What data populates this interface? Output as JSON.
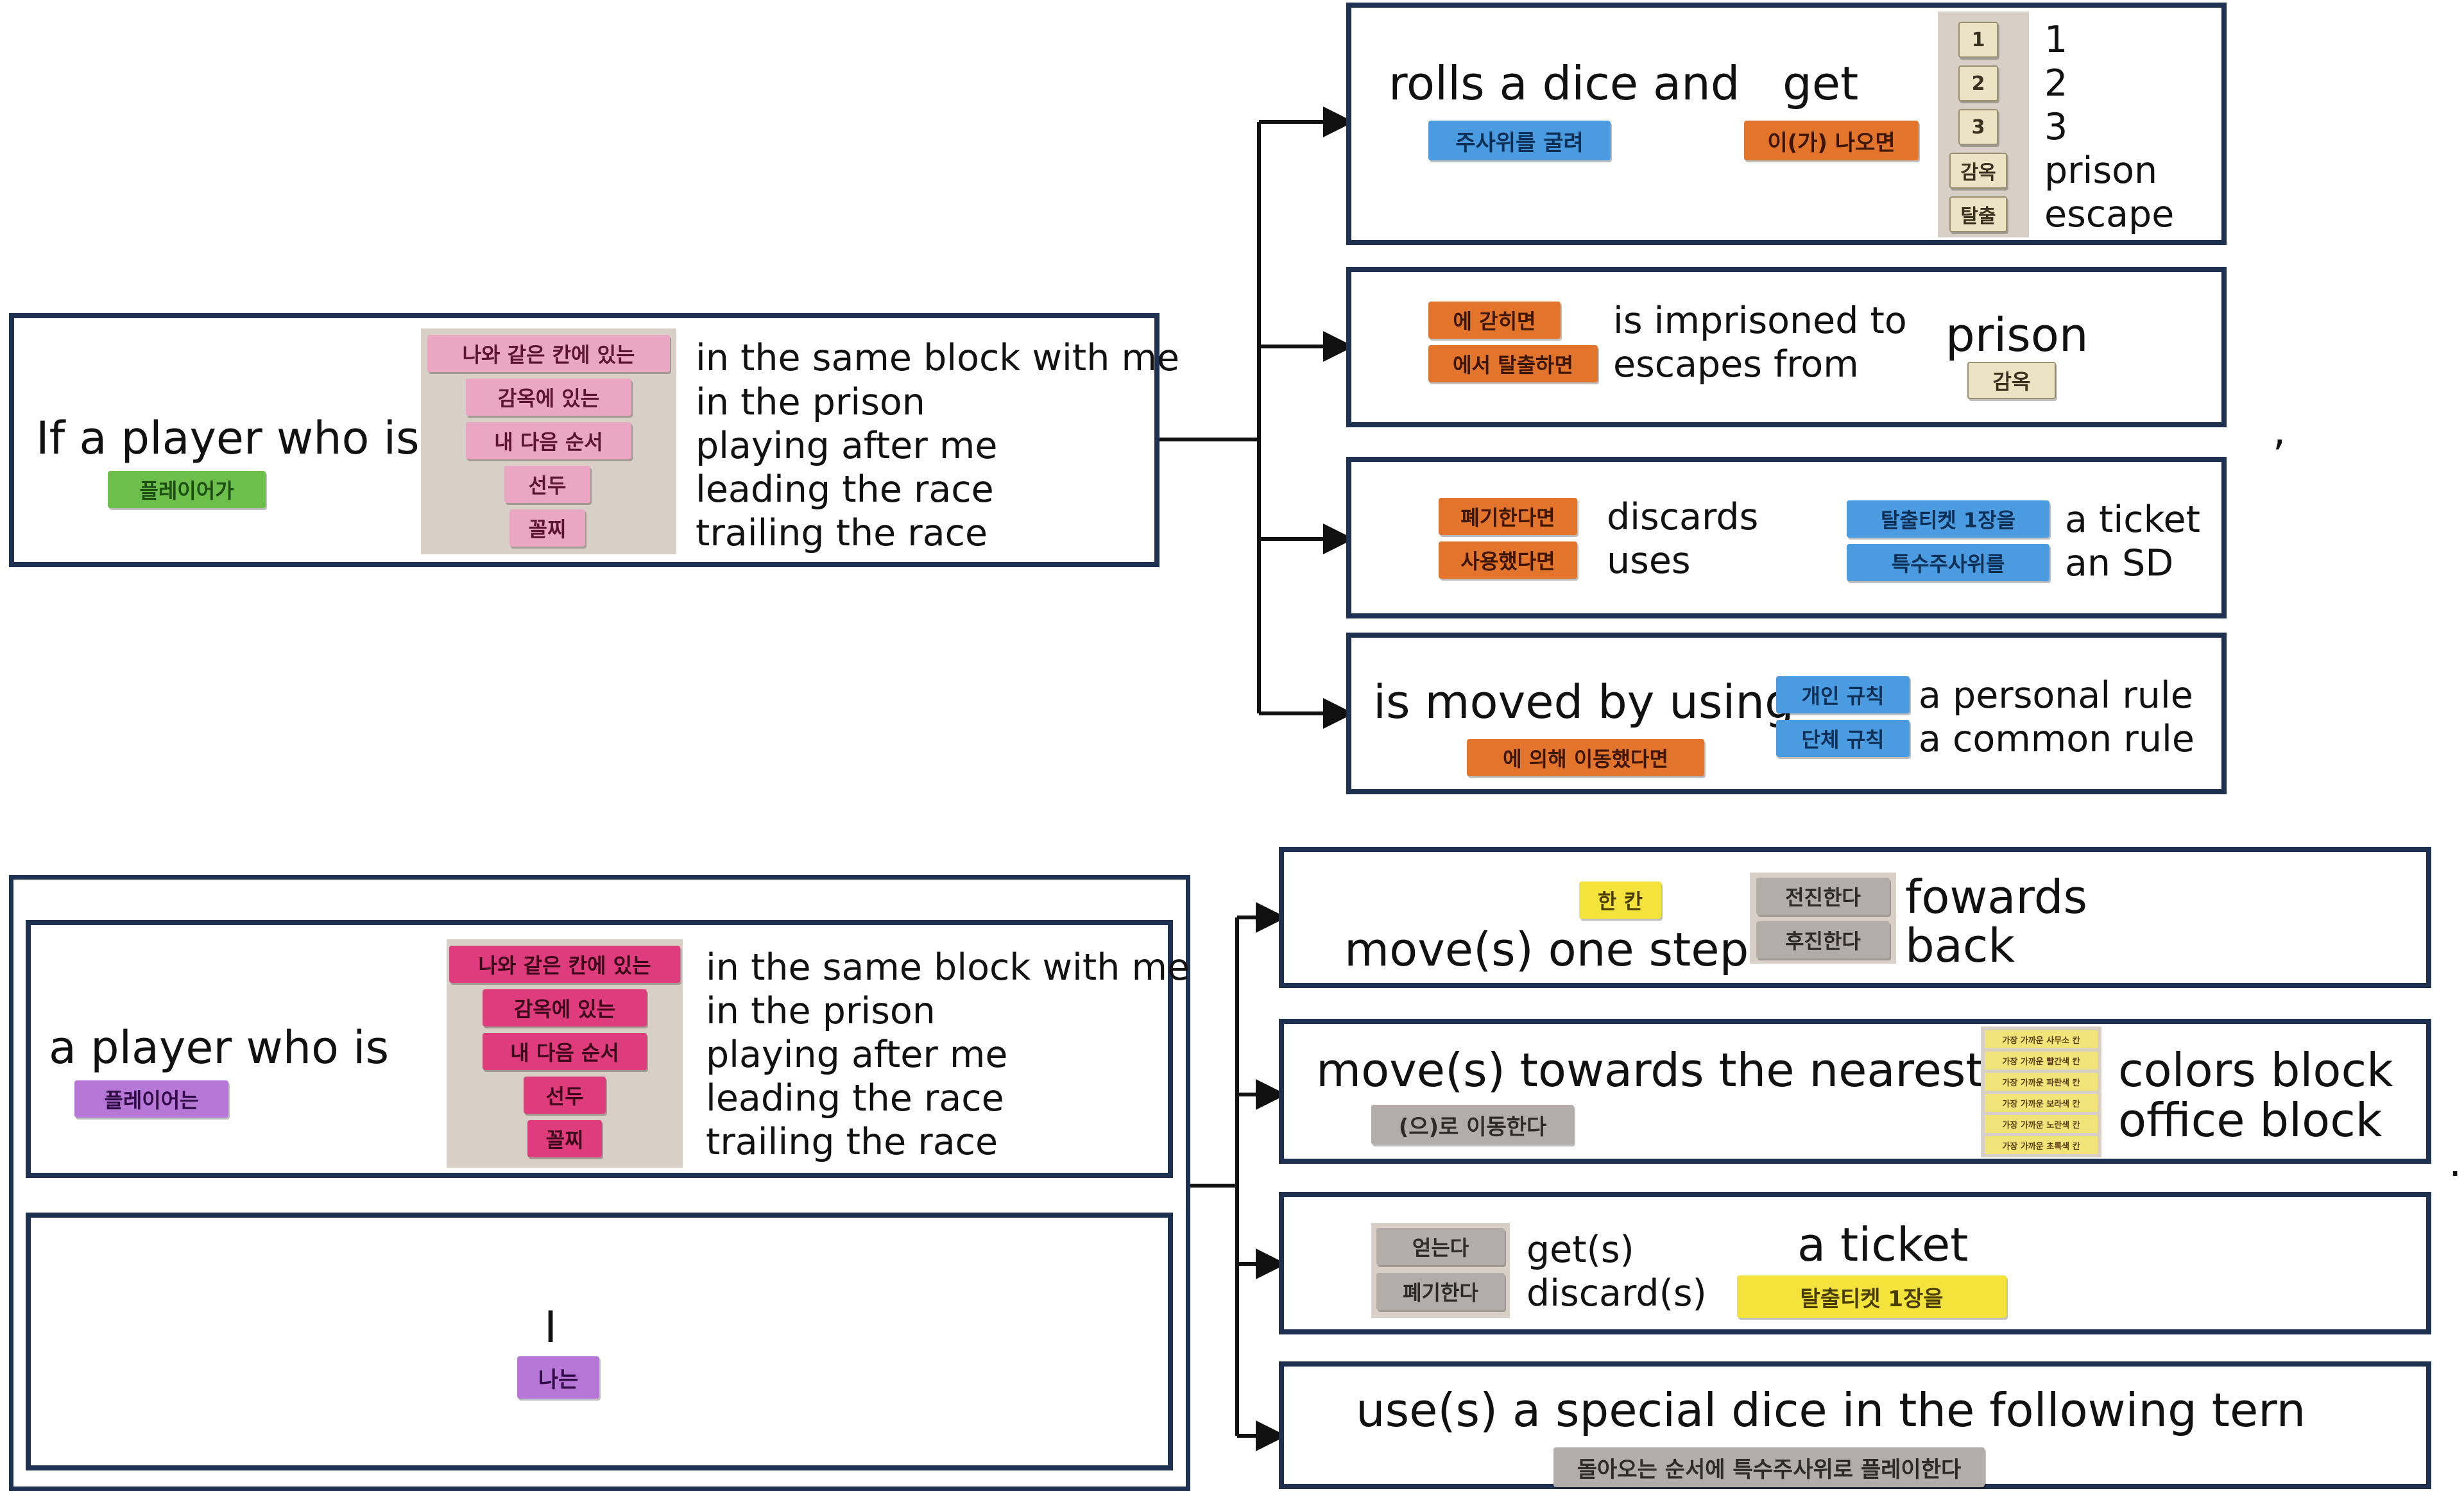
{
  "top": {
    "subject": {
      "label": "If a player who is",
      "tag": "플레이어가",
      "pink_tags": [
        "나와 같은 칸에 있는",
        "감옥에 있는",
        "내 다음 순서",
        "선두",
        "꼴찌"
      ],
      "english": [
        "in the same block with me",
        "in the prison",
        "playing after me",
        "leading the race",
        "trailing the race"
      ]
    },
    "dice": {
      "label1": "rolls a dice and",
      "tag1": "주사위를 굴려",
      "label2": "get",
      "tag2": "이(가) 나오면",
      "faces": [
        "1",
        "2",
        "3",
        "감옥",
        "탈출"
      ],
      "english": [
        "1",
        "2",
        "3",
        "prison",
        "escape"
      ]
    },
    "prison": {
      "tags": [
        "에 갇히면",
        "에서 탈출하면"
      ],
      "english": [
        "is imprisoned to",
        "escapes from"
      ],
      "object": "prison",
      "object_tag": "감옥"
    },
    "discard": {
      "tags": [
        "폐기한다면",
        "사용했다면"
      ],
      "english": [
        "discards",
        "uses"
      ],
      "object_tags": [
        "탈출티켓 1장을",
        "특수주사위를"
      ],
      "object_english": [
        "a ticket",
        "an SD"
      ]
    },
    "moved": {
      "label": "is moved by using",
      "tag": "에 의해 이동했다면",
      "rule_tags": [
        "개인 규칙",
        "단체 규칙"
      ],
      "rule_english": [
        "a personal rule",
        "a common rule"
      ]
    },
    "punct": ","
  },
  "bottom": {
    "subject": {
      "label": "a player who is",
      "tag": "플레이어는",
      "pink_tags": [
        "나와 같은 칸에 있는",
        "감옥에 있는",
        "내 다음 순서",
        "선두",
        "꼴찌"
      ],
      "english": [
        "in the same block with me",
        "in the prison",
        "playing after me",
        "leading the race",
        "trailing the race"
      ]
    },
    "self": {
      "label": "I",
      "tag": "나는"
    },
    "step": {
      "tag": "한 칸",
      "label": "move(s) one step",
      "dir_tags": [
        "전진한다",
        "후진한다"
      ],
      "dir_english": [
        "fowards",
        "back"
      ]
    },
    "nearest": {
      "label": "move(s) towards the nearest",
      "tag": "(으)로 이동한다",
      "cells": [
        "가장 가까운 사무소 칸",
        "가장 가까운 빨간색 칸",
        "가장 가까운 파란색 칸",
        "가장 가까운 보라색 칸",
        "가장 가까운 노란색 칸",
        "가장 가까운 초록색 칸"
      ],
      "english": [
        "colors block",
        "office block"
      ]
    },
    "ticket": {
      "tags": [
        "얻는다",
        "폐기한다"
      ],
      "english": [
        "get(s)",
        "discard(s)"
      ],
      "object": "a ticket",
      "object_tag": "탈출티켓 1장을"
    },
    "special": {
      "label": "use(s) a special dice in the following tern",
      "tag": "돌아오는 순서에 특수주사위로 플레이한다"
    },
    "punct": "."
  }
}
